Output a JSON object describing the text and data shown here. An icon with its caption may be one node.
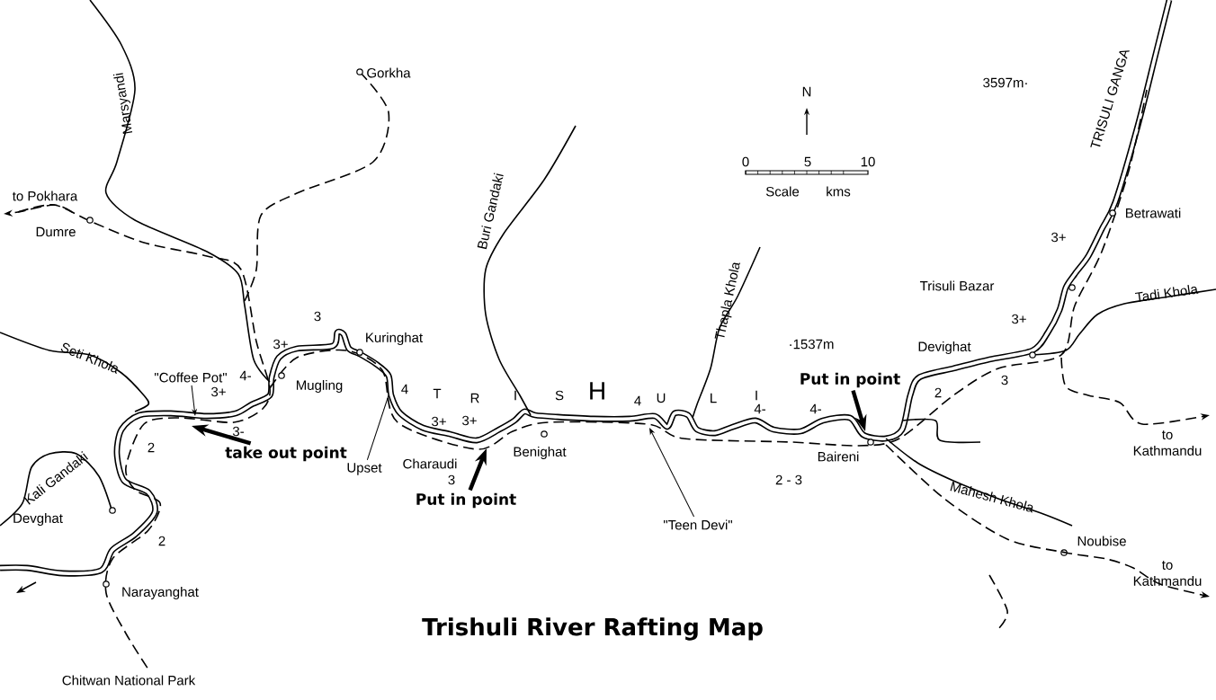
{
  "diagram": {
    "title": "Trishuli River Rafting Map",
    "nodes": [
      {
        "text": [
          "\"Coffee Pot\""
        ]
      },
      {
        "text": [
          "take out point"
        ]
      },
      {
        "text": [
          "Upset"
        ]
      },
      {
        "text": [
          "Put in point"
        ]
      },
      {
        "text": [
          "\"Teen Devi\""
        ]
      },
      {
        "text": [
          "Put in point"
        ]
      }
    ],
    "edges": [
      {
        "from": 0,
        "to": null,
        "arrow": "to"
      },
      {
        "from": 1,
        "to": null,
        "arrow": "to",
        "style": "thick"
      },
      {
        "from": 2,
        "to": null,
        "arrow": "none"
      },
      {
        "from": 3,
        "to": null,
        "arrow": "to",
        "style": "thick"
      },
      {
        "from": 4,
        "to": null,
        "arrow": "to"
      },
      {
        "from": 5,
        "to": null,
        "arrow": "to",
        "style": "thick"
      }
    ],
    "labels": [
      "Gorkha",
      "Marsyandi",
      "to Pokhara",
      "Dumre",
      "Seti Khola",
      "3",
      "3+",
      "4-",
      "Mugling",
      "Kuringhat",
      "4",
      "T",
      "R",
      "I",
      "S",
      "H",
      "U",
      "L",
      "I",
      "Buri Gandaki",
      "N",
      "0",
      "5",
      "10",
      "Scale",
      "kms",
      "3597m·",
      "TRISULI GANGA",
      "Betrawati",
      "3+",
      "Trisuli Bazar",
      "Tadi Khola",
      "3+",
      "Thapla Khola",
      "·1537m",
      "Devighat",
      "2",
      "3",
      "to Kathmandu",
      "3+",
      "3-",
      "2",
      "3+",
      "3+",
      "Charaudi",
      "3",
      "Benighat",
      "4",
      "4-",
      "4-",
      "Baireni",
      "2 - 3",
      "Kali Gandaki",
      "Devghat",
      "2",
      "Narayanghat",
      "Mahesh Khola",
      "Noubise",
      "to Kathmandu",
      "Chitwan National Park"
    ]
  }
}
